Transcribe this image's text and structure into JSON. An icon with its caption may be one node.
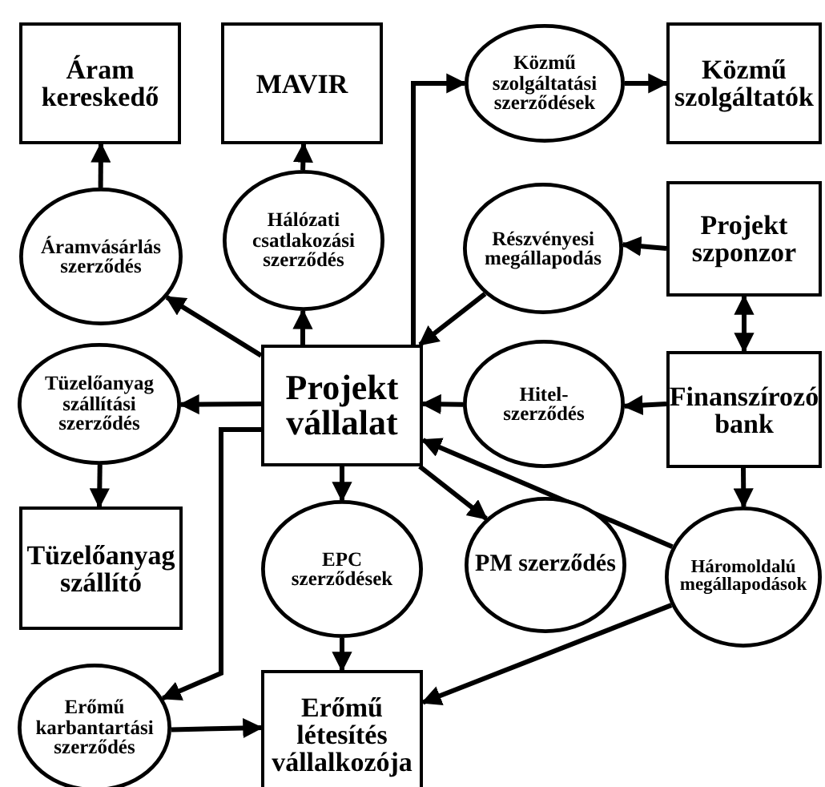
{
  "diagram": {
    "nodes": [
      {
        "text": [
          "Áram kereskedő"
        ]
      },
      {
        "text": [
          "MAVIR"
        ]
      },
      {
        "text": [
          "Közmű szolgáltatási szerződések"
        ]
      },
      {
        "text": [
          "Közmű szolgáltatók"
        ]
      },
      {
        "text": [
          "Áramvásárlás szerződés"
        ]
      },
      {
        "text": [
          "Hálózati csatlakozási szerződés"
        ]
      },
      {
        "text": [
          "Részvényesi megállapodás"
        ]
      },
      {
        "text": [
          "Projekt szponzor"
        ]
      },
      {
        "text": [
          "Tüzelőanyag szállítási szerződés"
        ]
      },
      {
        "text": [
          "Projekt vállalat"
        ]
      },
      {
        "text": [
          "Hitel-szerződés"
        ]
      },
      {
        "text": [
          "Finanszírozó bank"
        ]
      },
      {
        "text": [
          "Tüzelőanyag szállító"
        ]
      },
      {
        "text": [
          "EPC szerződések"
        ]
      },
      {
        "text": [
          "PM szerződés"
        ]
      },
      {
        "text": [
          "Háromoldalú megállapodások"
        ]
      },
      {
        "text": [
          "Erőmű karbantartási szerződés"
        ]
      },
      {
        "text": [
          "Erőmű létesítés vállalkozója"
        ]
      }
    ],
    "edges": [
      {
        "from": 4,
        "to": 0,
        "arrow": "to"
      },
      {
        "from": 5,
        "to": 1,
        "arrow": "to"
      },
      {
        "from": 9,
        "to": 4,
        "arrow": "to"
      },
      {
        "from": 9,
        "to": 5,
        "arrow": "to"
      },
      {
        "from": 9,
        "to": 2,
        "arrow": "to"
      },
      {
        "from": 2,
        "to": 3,
        "arrow": "to"
      },
      {
        "from": 7,
        "to": 6,
        "arrow": "to"
      },
      {
        "from": 6,
        "to": 9,
        "arrow": "to"
      },
      {
        "from": 7,
        "to": 11,
        "arrow": "both"
      },
      {
        "from": 11,
        "to": 10,
        "arrow": "to"
      },
      {
        "from": 10,
        "to": 9,
        "arrow": "to"
      },
      {
        "from": 9,
        "to": 8,
        "arrow": "to"
      },
      {
        "from": 8,
        "to": 12,
        "arrow": "to"
      },
      {
        "from": 9,
        "to": 13,
        "arrow": "to"
      },
      {
        "from": 9,
        "to": 14,
        "arrow": "to"
      },
      {
        "from": 11,
        "to": 15,
        "arrow": "to"
      },
      {
        "from": 15,
        "to": 9,
        "arrow": "to"
      },
      {
        "from": 15,
        "to": 17,
        "arrow": "to"
      },
      {
        "from": 13,
        "to": 17,
        "arrow": "to"
      },
      {
        "from": 9,
        "to": 16,
        "arrow": "to"
      },
      {
        "from": 16,
        "to": 17,
        "arrow": "to"
      }
    ]
  }
}
